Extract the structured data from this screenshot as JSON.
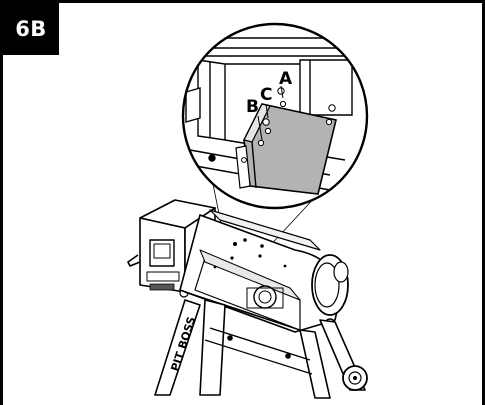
{
  "step": {
    "label": "6B"
  },
  "callouts": {
    "a": "A",
    "b": "B",
    "c": "C"
  },
  "product": {
    "brand_text": "PIT BOSS"
  }
}
